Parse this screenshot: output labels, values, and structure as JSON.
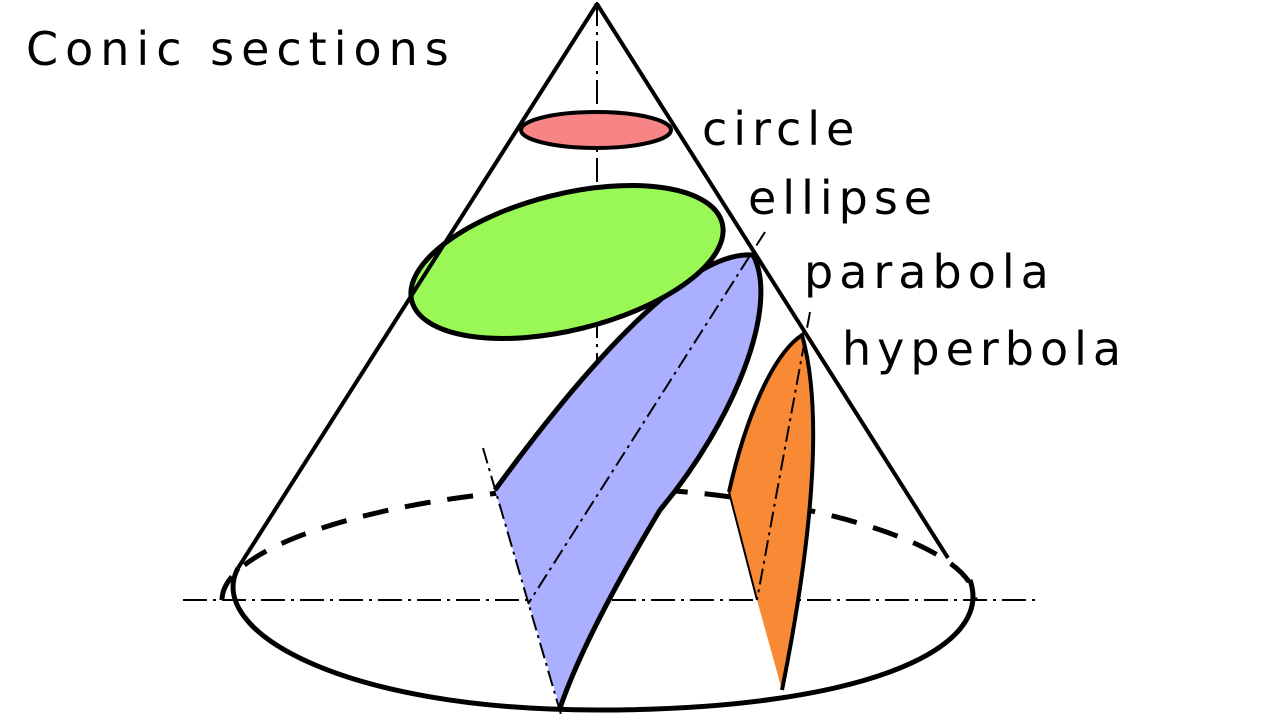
{
  "title": "Conic sections",
  "labels": {
    "circle": "circle",
    "ellipse": "ellipse",
    "parabola": "parabola",
    "hyperbola": "hyperbola"
  },
  "colors": {
    "circle": "#f88585",
    "ellipse": "#99f855",
    "parabola": "#aab0ff",
    "hyperbola": "#f98a35",
    "outline": "#000000"
  }
}
